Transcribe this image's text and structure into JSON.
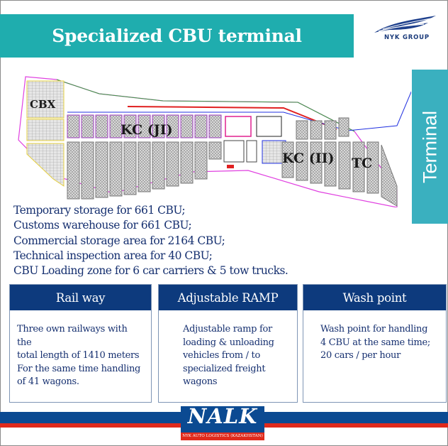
{
  "header": {
    "title": "Specialized CBU terminal",
    "partner_logo_text": "NYK GROUP"
  },
  "side_tab": {
    "label": "Terminal"
  },
  "map": {
    "zone_labels": [
      "CBX",
      "KC (JI)",
      "KC (II)",
      "TC"
    ]
  },
  "facts": [
    "Temporary storage for 661 CBU;",
    "Customs warehouse for 661 CBU;",
    "Commercial storage area for 2164 CBU;",
    "Technical inspection area for 40 CBU;",
    "CBU Loading zone for 6 car carriers & 5 tow trucks."
  ],
  "features": [
    {
      "title": "Rail way",
      "lines": [
        "Three own railways with the",
        "total length of 1410 meters",
        "For the same time handling",
        "of 41 wagons."
      ]
    },
    {
      "title": "Adjustable RAMP",
      "lines": [
        "Adjustable ramp for",
        "loading & unloading",
        "vehicles from / to",
        "specialized freight",
        "wagons"
      ]
    },
    {
      "title": "Wash point",
      "lines": [
        "Wash point for handling",
        "4 CBU at the same time;",
        "20 cars / per hour"
      ]
    }
  ],
  "footer": {
    "logo_text": "NALK",
    "logo_subtitle": "NYK  AUTO LOGISTICS (KAZAKHSTAN)"
  },
  "colors": {
    "teal": "#1fadae",
    "terminal_teal": "#3ab0bf",
    "navy": "#0d3a7d",
    "text_navy": "#163070",
    "stripe_blue": "#0b4a92",
    "stripe_red": "#e02a1c"
  }
}
